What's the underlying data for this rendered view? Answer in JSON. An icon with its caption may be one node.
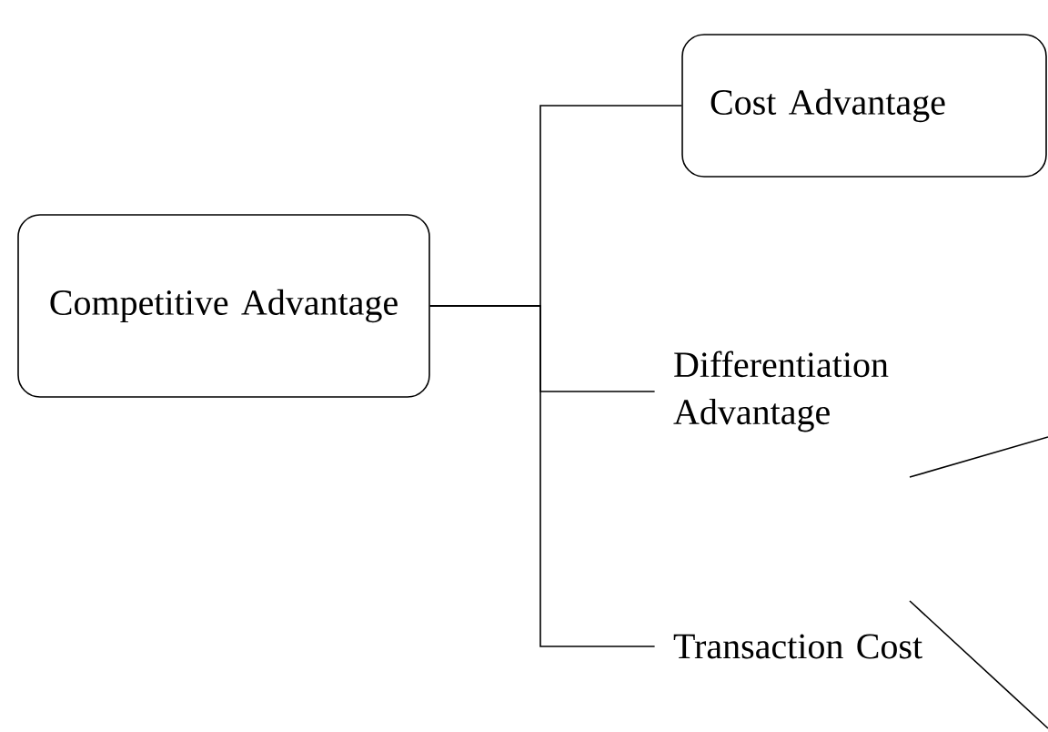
{
  "diagram": {
    "nodes": [
      {
        "text": [
          "Competitive Advantage"
        ]
      },
      {
        "text": [
          "Cost Advantage"
        ]
      },
      {
        "text": [
          "Differentiation Advantage"
        ]
      },
      {
        "text": [
          "Transaction Cost"
        ]
      }
    ],
    "edges": [
      {
        "from": 0,
        "to": 1,
        "arrow": "none"
      },
      {
        "from": 0,
        "to": 2,
        "arrow": "none"
      },
      {
        "from": 0,
        "to": 3,
        "arrow": "none"
      }
    ]
  }
}
